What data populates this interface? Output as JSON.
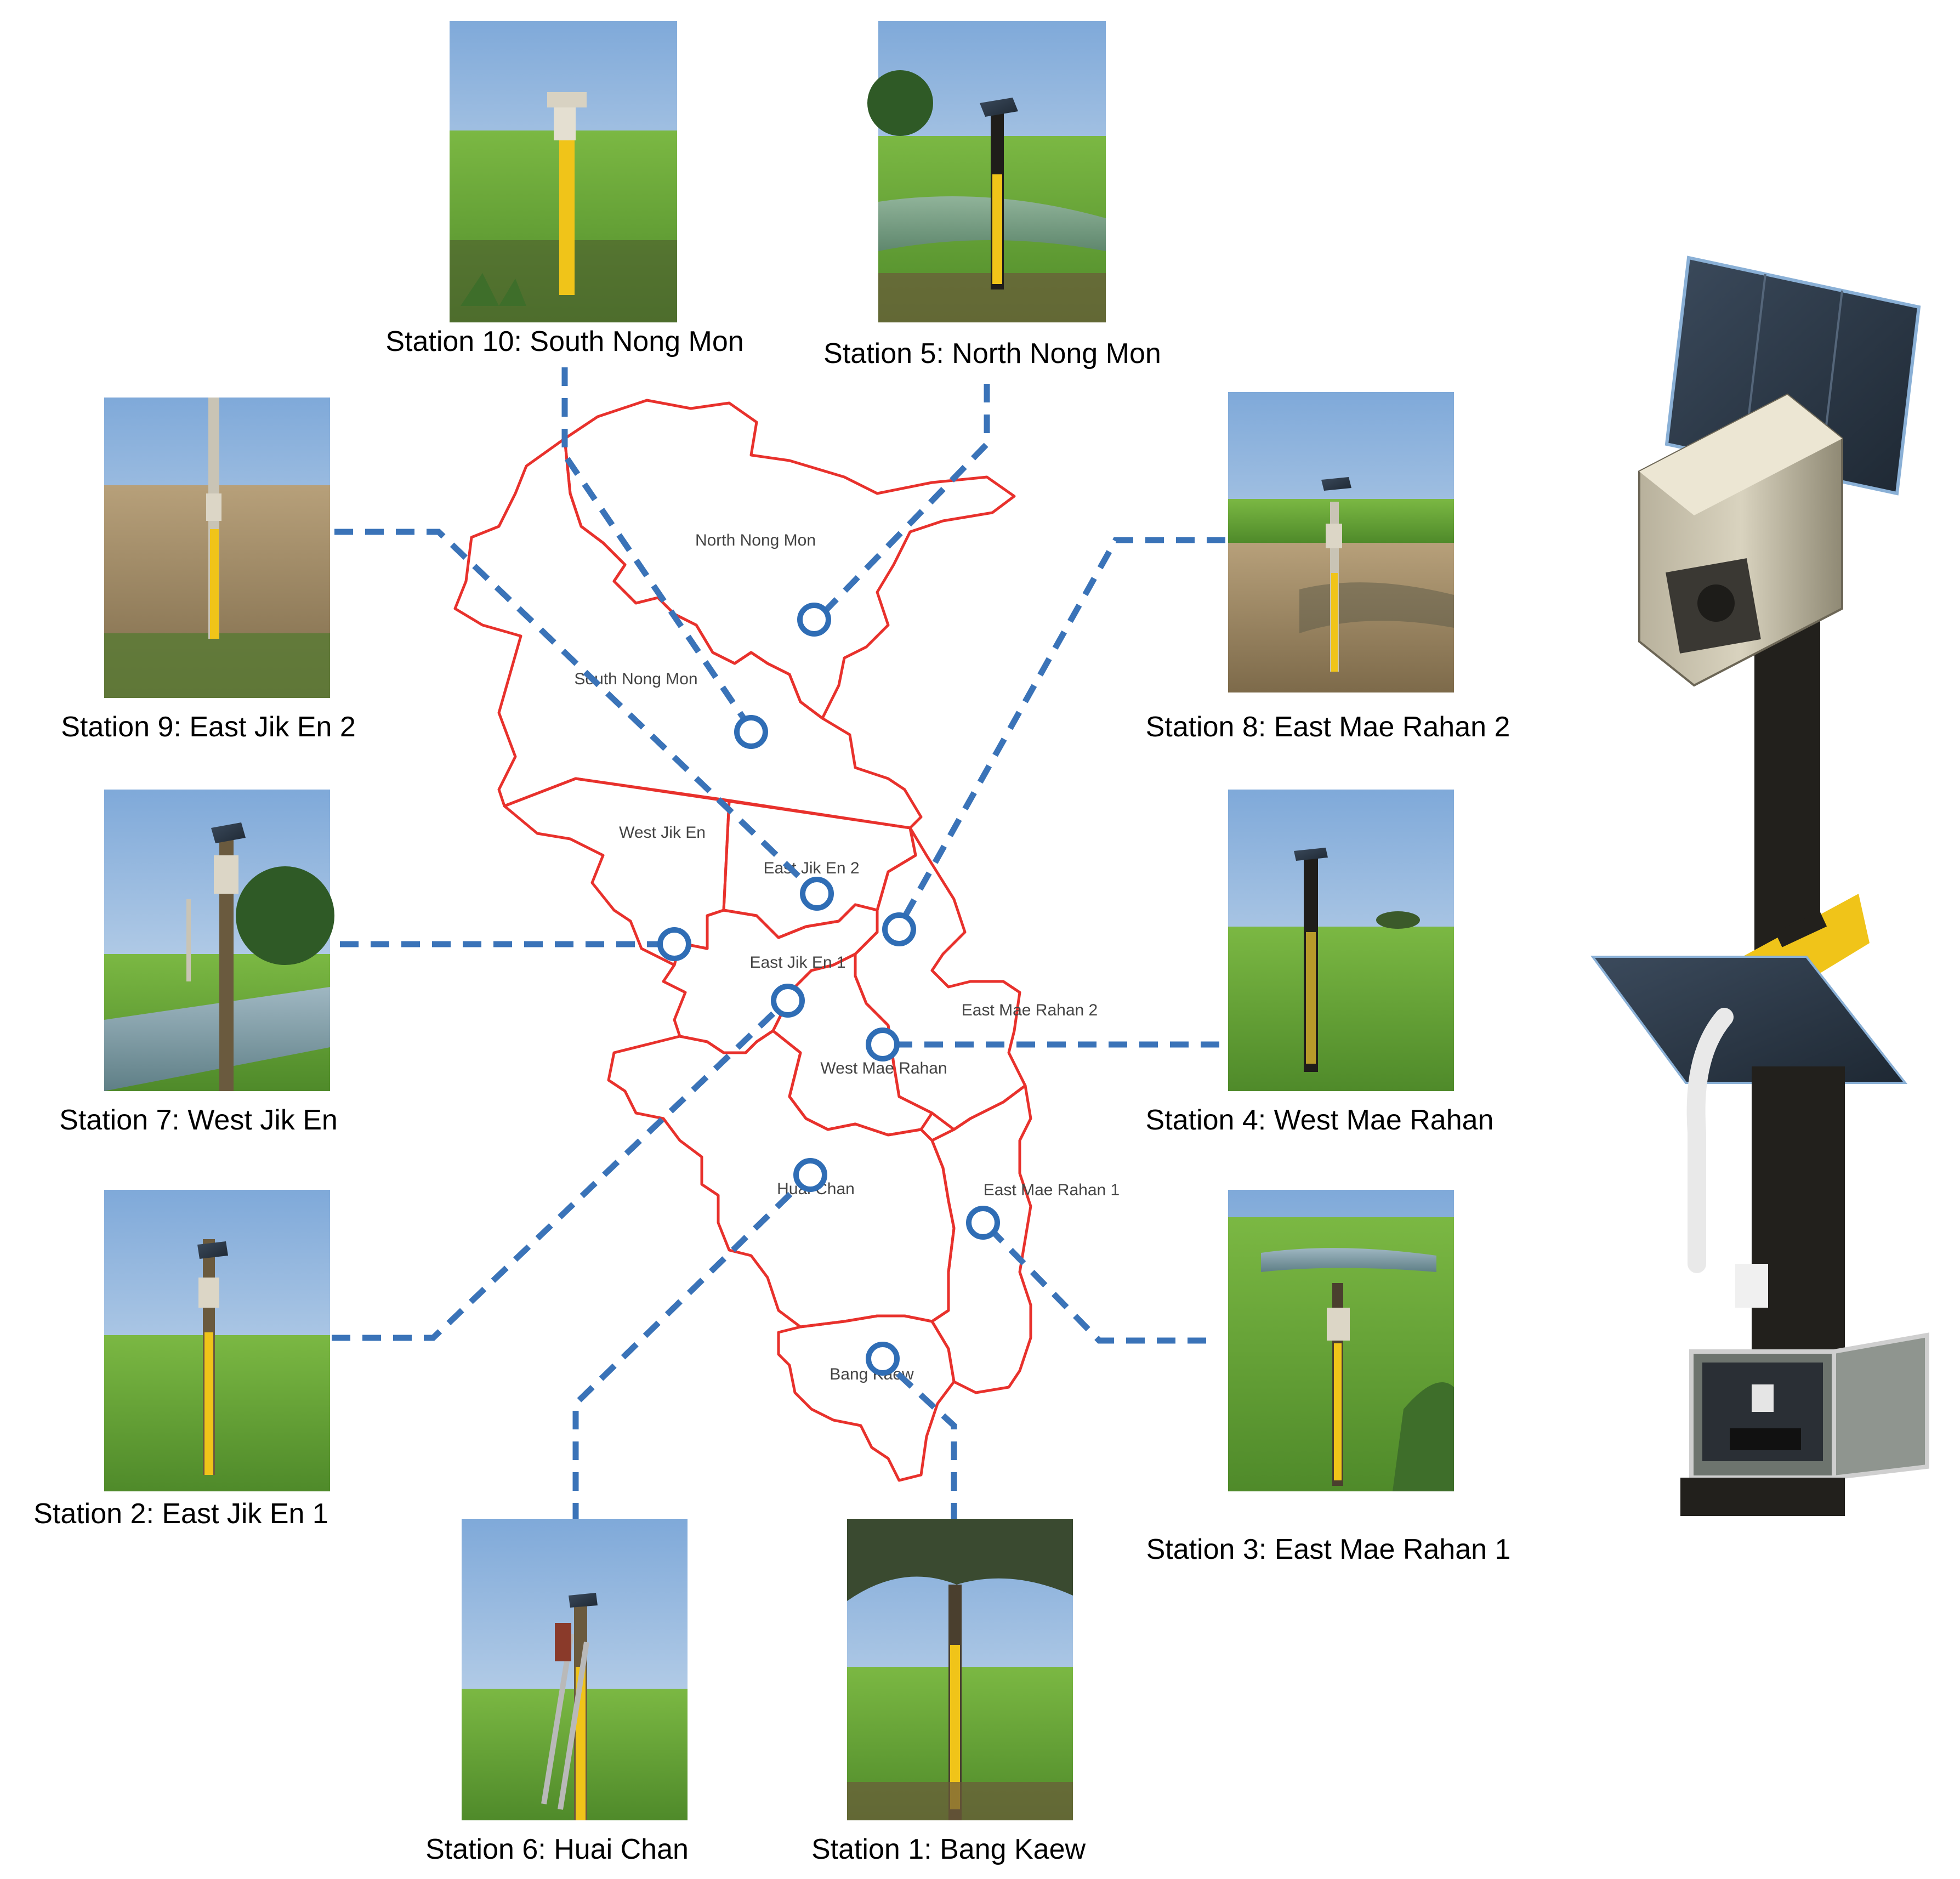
{
  "colors": {
    "boundary": "#e8312c",
    "connector": "#3a73b8",
    "marker": "#2f6db5",
    "sky": "#a9c6e6",
    "field": "#6fae3c",
    "soil": "#8a7a5a",
    "pole": "#2c2a26",
    "gauge": "#f0c419"
  },
  "districts": [
    {
      "id": "north-nong-mon",
      "label": "North Nong Mon"
    },
    {
      "id": "south-nong-mon",
      "label": "South Nong Mon"
    },
    {
      "id": "west-jik-en",
      "label": "West Jik En"
    },
    {
      "id": "east-jik-en-2",
      "label": "East Jik En 2"
    },
    {
      "id": "east-jik-en-1",
      "label": "East Jik En 1"
    },
    {
      "id": "east-mae-rahan-2",
      "label": "East Mae Rahan 2"
    },
    {
      "id": "west-mae-rahan",
      "label": "West Mae Rahan"
    },
    {
      "id": "huai-chan",
      "label": "Huai Chan"
    },
    {
      "id": "east-mae-rahan-1",
      "label": "East Mae Rahan 1"
    },
    {
      "id": "bang-kaew",
      "label": "Bang Kaew"
    }
  ],
  "stations": [
    {
      "id": "station-10",
      "caption": "Station 10: South Nong Mon",
      "scene": "field-gauge"
    },
    {
      "id": "station-5",
      "caption": "Station 5: North Nong Mon",
      "scene": "field-gauge"
    },
    {
      "id": "station-9",
      "caption": "Station 9: East Jik En 2",
      "scene": "ploughed-field"
    },
    {
      "id": "station-8",
      "caption": "Station 8: East Mae Rahan 2",
      "scene": "dry-field"
    },
    {
      "id": "station-7",
      "caption": "Station 7: West Jik En",
      "scene": "canal"
    },
    {
      "id": "station-4",
      "caption": "Station 4: West Mae Rahan",
      "scene": "field-gauge"
    },
    {
      "id": "station-2",
      "caption": "Station 2: East Jik En 1",
      "scene": "field-gauge"
    },
    {
      "id": "station-3",
      "caption": "Station 3: East Mae Rahan 1",
      "scene": "field-gauge"
    },
    {
      "id": "station-6",
      "caption": "Station 6: Huai Chan",
      "scene": "ladder"
    },
    {
      "id": "station-1",
      "caption": "Station 1: Bang Kaew",
      "scene": "tree-field"
    }
  ],
  "equipment": [
    {
      "id": "sensor-box-closeup",
      "icon": "solar-sensor-box-icon"
    },
    {
      "id": "logger-cabinet",
      "icon": "solar-logger-cabinet-icon"
    }
  ]
}
